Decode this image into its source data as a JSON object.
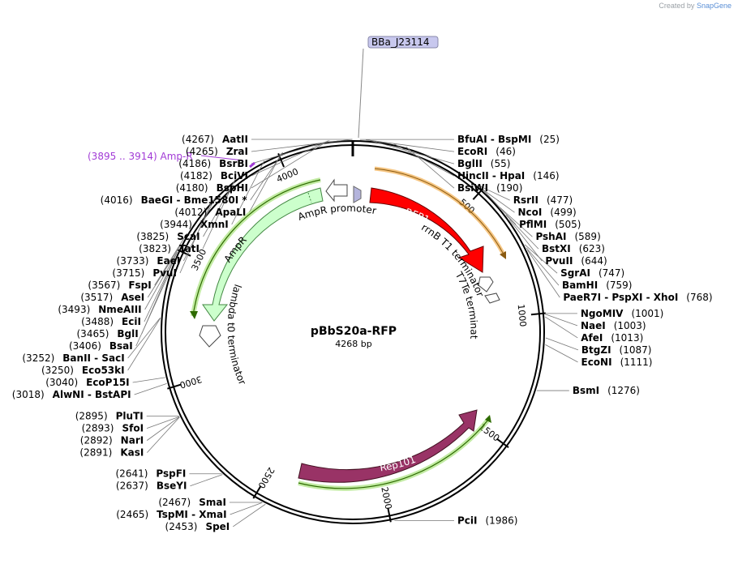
{
  "watermark": {
    "prefix": "Created by",
    "brand": "SnapGene"
  },
  "plasmid": {
    "name": "pBbS20a-RFP",
    "size_label": "4268 bp",
    "length": 4268
  },
  "ticks": [
    {
      "pos": 500,
      "label": "500"
    },
    {
      "pos": 1000,
      "label": "1000"
    },
    {
      "pos": 1500,
      "label": "1500"
    },
    {
      "pos": 2000,
      "label": "2000"
    },
    {
      "pos": 2500,
      "label": "2500"
    },
    {
      "pos": 3000,
      "label": "3000"
    },
    {
      "pos": 3500,
      "label": "3500"
    },
    {
      "pos": 4000,
      "label": "4000"
    }
  ],
  "sites_right": [
    {
      "pos": 25,
      "names": [
        "BfuAI",
        "BspMI"
      ],
      "coord": "(25)"
    },
    {
      "pos": 46,
      "names": [
        "EcoRI"
      ],
      "coord": "(46)"
    },
    {
      "pos": 55,
      "names": [
        "BglII"
      ],
      "coord": "(55)"
    },
    {
      "pos": 146,
      "names": [
        "HincII",
        "HpaI"
      ],
      "coord": "(146)"
    },
    {
      "pos": 190,
      "names": [
        "BsiWI"
      ],
      "coord": "(190)"
    },
    {
      "pos": 477,
      "names": [
        "RsrII"
      ],
      "coord": "(477)"
    },
    {
      "pos": 499,
      "names": [
        "NcoI"
      ],
      "coord": "(499)"
    },
    {
      "pos": 505,
      "names": [
        "PflMI"
      ],
      "coord": "(505)"
    },
    {
      "pos": 589,
      "names": [
        "PshAI"
      ],
      "coord": "(589)"
    },
    {
      "pos": 623,
      "names": [
        "BstXI"
      ],
      "coord": "(623)"
    },
    {
      "pos": 644,
      "names": [
        "PvuII"
      ],
      "coord": "(644)"
    },
    {
      "pos": 747,
      "names": [
        "SgrAI"
      ],
      "coord": "(747)"
    },
    {
      "pos": 759,
      "names": [
        "BamHI"
      ],
      "coord": "(759)"
    },
    {
      "pos": 768,
      "names": [
        "PaeR7I",
        "PspXI",
        "XhoI"
      ],
      "coord": "(768)"
    },
    {
      "pos": 1001,
      "names": [
        "NgoMIV"
      ],
      "coord": "(1001)"
    },
    {
      "pos": 1003,
      "names": [
        "NaeI"
      ],
      "coord": "(1003)"
    },
    {
      "pos": 1013,
      "names": [
        "AfeI"
      ],
      "coord": "(1013)"
    },
    {
      "pos": 1087,
      "names": [
        "BtgZI"
      ],
      "coord": "(1087)"
    },
    {
      "pos": 1111,
      "names": [
        "EcoNI"
      ],
      "coord": "(1111)"
    },
    {
      "pos": 1276,
      "names": [
        "BsmI"
      ],
      "coord": "(1276)"
    },
    {
      "pos": 1986,
      "names": [
        "PciI"
      ],
      "coord": "(1986)"
    }
  ],
  "sites_left": [
    {
      "pos": 4267,
      "names": [
        "AatII"
      ],
      "coord": "(4267)"
    },
    {
      "pos": 4265,
      "names": [
        "ZraI"
      ],
      "coord": "(4265)"
    },
    {
      "pos": 4186,
      "names": [
        "BsrBI"
      ],
      "coord": "(4186)"
    },
    {
      "pos": 4182,
      "names": [
        "BciVI"
      ],
      "coord": "(4182)"
    },
    {
      "pos": 4180,
      "names": [
        "BspHI"
      ],
      "coord": "(4180)"
    },
    {
      "pos": 4016,
      "names": [
        "BaeGI",
        "Bme1580I *"
      ],
      "coord": "(4016)"
    },
    {
      "pos": 4012,
      "names": [
        "ApaLI"
      ],
      "coord": "(4012)"
    },
    {
      "pos": 3944,
      "names": [
        "XmnI"
      ],
      "coord": "(3944)"
    },
    {
      "pos": 3825,
      "names": [
        "ScaI"
      ],
      "coord": "(3825)"
    },
    {
      "pos": 3823,
      "names": [
        "TatI"
      ],
      "coord": "(3823)"
    },
    {
      "pos": 3733,
      "names": [
        "EaeI"
      ],
      "coord": "(3733)"
    },
    {
      "pos": 3715,
      "names": [
        "PvuI"
      ],
      "coord": "(3715)"
    },
    {
      "pos": 3567,
      "names": [
        "FspI"
      ],
      "coord": "(3567)"
    },
    {
      "pos": 3517,
      "names": [
        "AseI"
      ],
      "coord": "(3517)"
    },
    {
      "pos": 3493,
      "names": [
        "NmeAIII"
      ],
      "coord": "(3493)"
    },
    {
      "pos": 3488,
      "names": [
        "EciI"
      ],
      "coord": "(3488)"
    },
    {
      "pos": 3465,
      "names": [
        "BglI"
      ],
      "coord": "(3465)"
    },
    {
      "pos": 3406,
      "names": [
        "BsaI"
      ],
      "coord": "(3406)"
    },
    {
      "pos": 3252,
      "names": [
        "BanII",
        "SacI"
      ],
      "coord": "(3252)"
    },
    {
      "pos": 3250,
      "names": [
        "Eco53kI"
      ],
      "coord": "(3250)"
    },
    {
      "pos": 3040,
      "names": [
        "EcoP15I"
      ],
      "coord": "(3040)"
    },
    {
      "pos": 3018,
      "names": [
        "AlwNI",
        "BstAPI"
      ],
      "coord": "(3018)"
    },
    {
      "pos": 2895,
      "names": [
        "PluTI"
      ],
      "coord": "(2895)"
    },
    {
      "pos": 2893,
      "names": [
        "SfoI"
      ],
      "coord": "(2893)"
    },
    {
      "pos": 2892,
      "names": [
        "NarI"
      ],
      "coord": "(2892)"
    },
    {
      "pos": 2891,
      "names": [
        "KasI"
      ],
      "coord": "(2891)"
    },
    {
      "pos": 2641,
      "names": [
        "PspFI"
      ],
      "coord": "(2641)"
    },
    {
      "pos": 2637,
      "names": [
        "BseYI"
      ],
      "coord": "(2637)"
    },
    {
      "pos": 2467,
      "names": [
        "SmaI"
      ],
      "coord": "(2467)"
    },
    {
      "pos": 2465,
      "names": [
        "TspMI",
        "XmaI"
      ],
      "coord": "(2465)"
    },
    {
      "pos": 2453,
      "names": [
        "SpeI"
      ],
      "coord": "(2453)"
    }
  ],
  "primer": {
    "label": "(3895 .. 3914)  Amp-R",
    "color": "#a23bd6"
  },
  "top_feature": {
    "label": "BBa_J23114"
  },
  "features": {
    "mrfp1": {
      "label": "mRFP1",
      "color": "#ff0000"
    },
    "rrnb": {
      "label": "rrnB T1 terminator"
    },
    "t7te": {
      "label": "T7Te terminator"
    },
    "ampr": {
      "label": "AmpR",
      "color": "#ccffcc"
    },
    "ampr_promoter": {
      "label": "AmpR promoter"
    },
    "lambda": {
      "label": "lambda t0 terminator"
    },
    "rep101": {
      "label": "Rep101",
      "color": "#993366"
    }
  },
  "colors": {
    "orf_orange": "#f0a030",
    "orf_green": "#55a020",
    "text": "#000000"
  }
}
